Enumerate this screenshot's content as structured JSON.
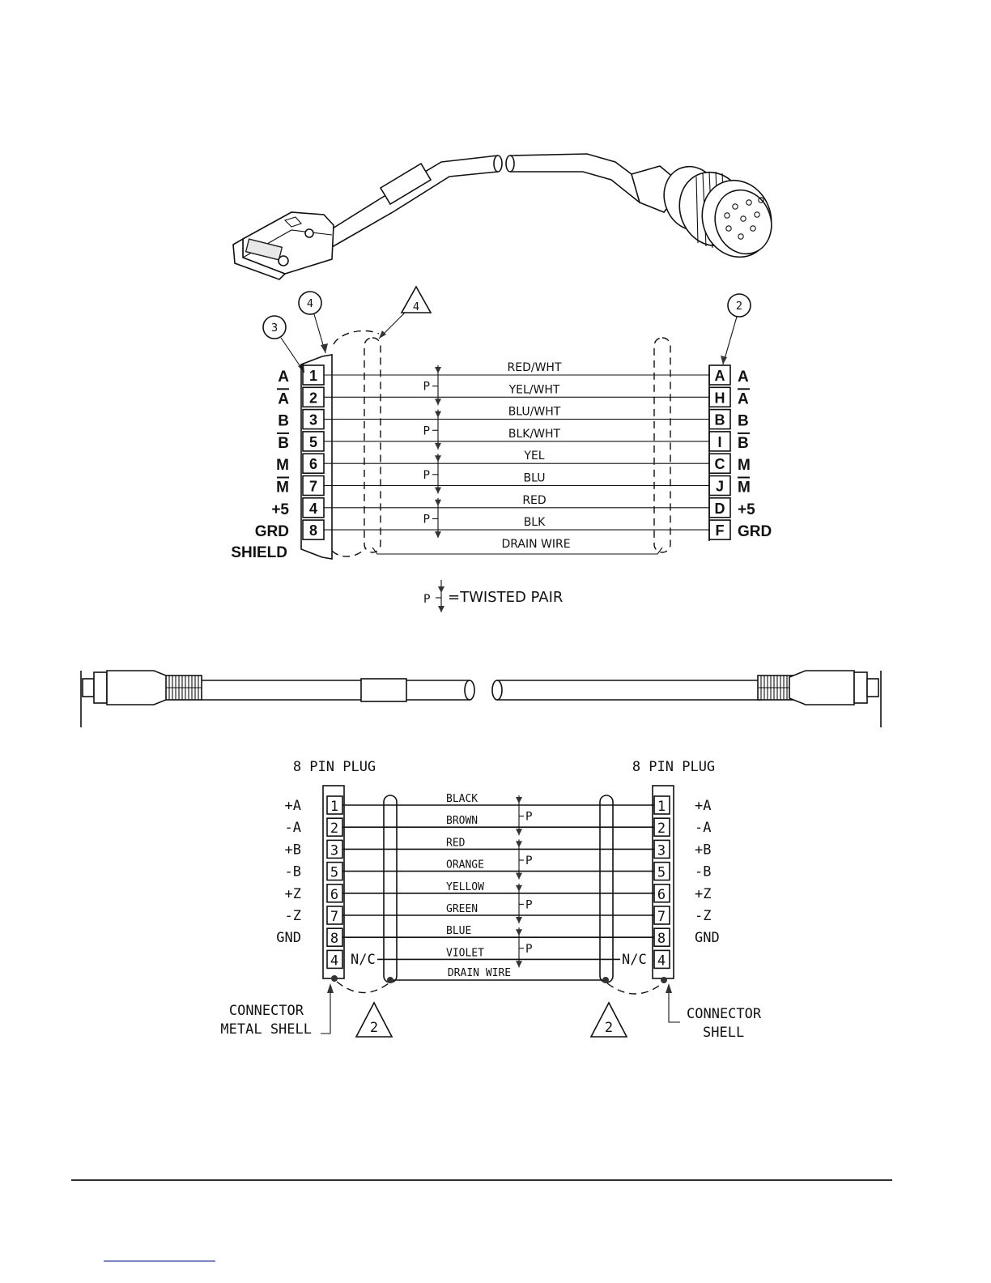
{
  "top_diagram": {
    "callouts": {
      "circle_4": "4",
      "circle_3": "3",
      "circle_2": "2",
      "triangle_4": "4"
    },
    "left_signals": [
      "A",
      "A",
      "B",
      "B",
      "M",
      "M",
      "+5",
      "GRD"
    ],
    "left_signal_overbar": [
      false,
      true,
      false,
      true,
      false,
      true,
      false,
      false
    ],
    "shield_label": "SHIELD",
    "left_pins": [
      "1",
      "2",
      "3",
      "5",
      "6",
      "7",
      "4",
      "8"
    ],
    "wires": [
      "RED/WHT",
      "YEL/WHT",
      "BLU/WHT",
      "BLK/WHT",
      "YEL",
      "BLU",
      "RED",
      "BLK"
    ],
    "drain_label": "DRAIN WIRE",
    "pair_marks": [
      "P",
      "P",
      "P",
      "P"
    ],
    "right_pins": [
      "A",
      "H",
      "B",
      "I",
      "C",
      "J",
      "D",
      "F"
    ],
    "right_signals": [
      "A",
      "A",
      "B",
      "B",
      "M",
      "M",
      "+5",
      "GRD"
    ],
    "right_signal_overbar": [
      false,
      true,
      false,
      true,
      false,
      true,
      false,
      false
    ],
    "legend": {
      "symbol": "P",
      "text": "=TWISTED PAIR"
    }
  },
  "bottom_diagram": {
    "left_title": "8 PIN PLUG",
    "right_title": "8 PIN PLUG",
    "left_signals": [
      "+A",
      "-A",
      "+B",
      "-B",
      "+Z",
      "-Z",
      "GND"
    ],
    "right_signals": [
      "+A",
      "-A",
      "+B",
      "-B",
      "+Z",
      "-Z",
      "GND"
    ],
    "pins": [
      "1",
      "2",
      "3",
      "5",
      "6",
      "7",
      "8",
      "4"
    ],
    "wires": [
      "BLACK",
      "BROWN",
      "RED",
      "ORANGE",
      "YELLOW",
      "GREEN",
      "BLUE",
      "VIOLET"
    ],
    "drain_label": "DRAIN WIRE",
    "pair_marks": [
      "P",
      "P",
      "P",
      "P"
    ],
    "nc_left": "N/C",
    "nc_right": "N/C",
    "triangle_left": "2",
    "triangle_right": "2",
    "left_note_line1": "CONNECTOR",
    "left_note_line2": "METAL SHELL",
    "right_note_line1": "CONNECTOR",
    "right_note_line2": "SHELL"
  }
}
